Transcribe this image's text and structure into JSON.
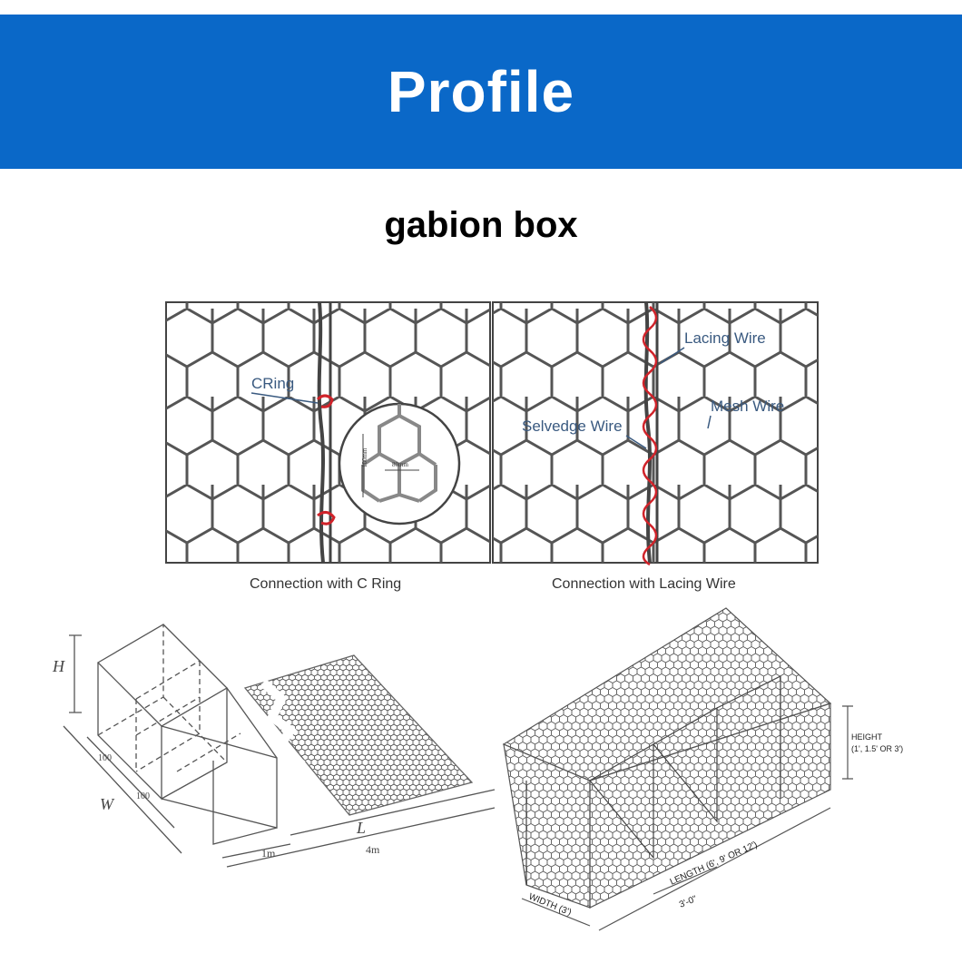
{
  "header": {
    "title": "Profile"
  },
  "subtitle": "gabion box",
  "panels": {
    "c_ring": {
      "label_cring": "CRing",
      "inset_dim_vertical": "100mm",
      "inset_dim_horizontal": "80mm",
      "caption": "Connection with C Ring"
    },
    "lacing": {
      "label_lacing_wire": "Lacing Wire",
      "label_mesh_wire": "Mesh Wire",
      "label_selvedge_wire": "Selvedge Wire",
      "caption": "Connection with Lacing Wire"
    }
  },
  "box_left": {
    "label_h": "H",
    "label_w": "W",
    "label_l": "L",
    "dim_100_a": "100",
    "dim_100_b": "100",
    "dim_1m": "1m",
    "dim_4m": "4m"
  },
  "box_right": {
    "height_label": "HEIGHT",
    "height_values": "(1', 1.5' OR 3')",
    "length_label": "LENGTH (6', 9' OR 12')",
    "width_label": "WIDTH (3')",
    "spacing_label": "3'-0\""
  },
  "colors": {
    "banner": "#0a68c8",
    "wire": "#555555",
    "accent_red": "#d0232a",
    "label_blue": "#3a5a80"
  }
}
